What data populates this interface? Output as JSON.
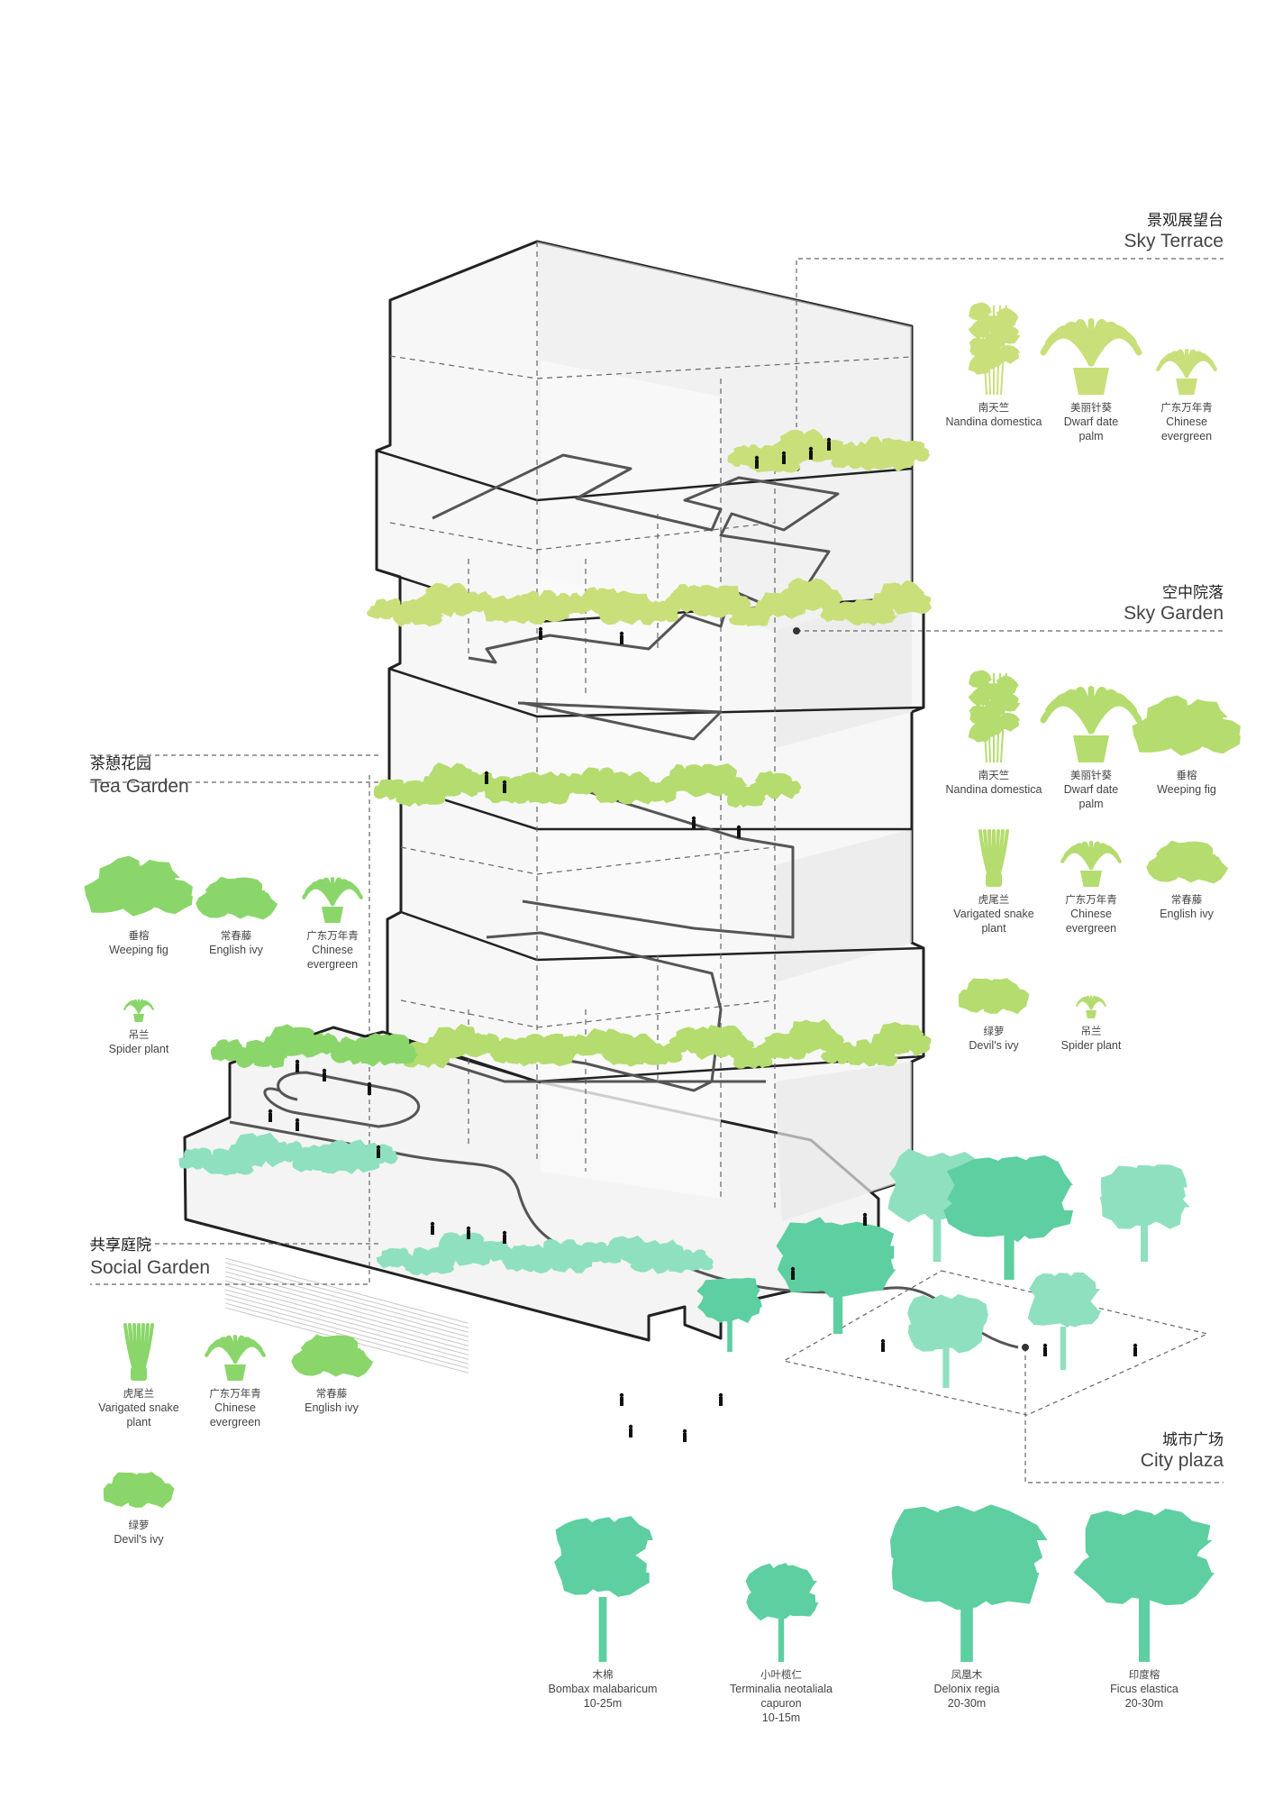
{
  "zones": {
    "sky_terrace": {
      "cn": "景观展望台",
      "en": "Sky Terrace"
    },
    "sky_garden": {
      "cn": "空中院落",
      "en": "Sky Garden"
    },
    "tea_garden": {
      "cn": "茶憩花园",
      "en": "Tea Garden"
    },
    "social_garden": {
      "cn": "共享庭院",
      "en": "Social Garden"
    },
    "city_plaza": {
      "cn": "城市广场",
      "en": "City plaza"
    }
  },
  "plants": {
    "sky_terrace": [
      {
        "cn": "南天竺",
        "en": [
          "Nandina domestica"
        ],
        "icon": "bamboo-plant-icon"
      },
      {
        "cn": "美丽针葵",
        "en": [
          "Dwarf date",
          "palm"
        ],
        "icon": "potted-palm-icon"
      },
      {
        "cn": "广东万年青",
        "en": [
          "Chinese",
          "evergreen"
        ],
        "icon": "small-palm-icon"
      }
    ],
    "sky_garden": [
      {
        "cn": "南天竺",
        "en": [
          "Nandina domestica"
        ],
        "icon": "bamboo-plant-icon"
      },
      {
        "cn": "美丽针葵",
        "en": [
          "Dwarf date",
          "palm"
        ],
        "icon": "potted-palm-icon"
      },
      {
        "cn": "垂榕",
        "en": [
          "Weeping fig"
        ],
        "icon": "fig-icon"
      },
      {
        "cn": "虎尾兰",
        "en": [
          "Varigated snake",
          "plant"
        ],
        "icon": "snake-plant-icon"
      },
      {
        "cn": "广东万年青",
        "en": [
          "Chinese",
          "evergreen"
        ],
        "icon": "small-palm-icon"
      },
      {
        "cn": "常春藤",
        "en": [
          "English ivy"
        ],
        "icon": "ivy-icon"
      },
      {
        "cn": "绿萝",
        "en": [
          "Devil's ivy"
        ],
        "icon": "pothos-icon"
      },
      {
        "cn": "吊兰",
        "en": [
          "Spider plant"
        ],
        "icon": "spider-plant-icon"
      }
    ],
    "tea_garden": [
      {
        "cn": "垂榕",
        "en": [
          "Weeping fig"
        ],
        "icon": "fig-icon"
      },
      {
        "cn": "常春藤",
        "en": [
          "English ivy"
        ],
        "icon": "ivy-icon"
      },
      {
        "cn": "广东万年青",
        "en": [
          "Chinese",
          "evergreen"
        ],
        "icon": "small-palm-icon"
      },
      {
        "cn": "吊兰",
        "en": [
          "Spider plant"
        ],
        "icon": "spider-plant-icon"
      }
    ],
    "social_garden": [
      {
        "cn": "虎尾兰",
        "en": [
          "Varigated snake",
          "plant"
        ],
        "icon": "snake-plant-icon"
      },
      {
        "cn": "广东万年青",
        "en": [
          "Chinese",
          "evergreen"
        ],
        "icon": "small-palm-icon"
      },
      {
        "cn": "常春藤",
        "en": [
          "English ivy"
        ],
        "icon": "ivy-icon"
      },
      {
        "cn": "绿萝",
        "en": [
          "Devil's ivy"
        ],
        "icon": "pothos-icon"
      }
    ],
    "city_plaza": [
      {
        "cn": "木棉",
        "en": [
          "Bombax malabaricum",
          "10-25m"
        ],
        "icon": "bombax-tree-icon"
      },
      {
        "cn": "小叶榄仁",
        "en": [
          "Terminalia neotaliala",
          "capuron",
          "10-15m"
        ],
        "icon": "terminalia-tree-icon"
      },
      {
        "cn": "凤凰木",
        "en": [
          "Delonix regia",
          "20-30m"
        ],
        "icon": "delonix-tree-icon"
      },
      {
        "cn": "印度榕",
        "en": [
          "Ficus elastica",
          "20-30m"
        ],
        "icon": "ficus-tree-icon"
      }
    ]
  },
  "colors": {
    "outline": "#222222",
    "terrace_green": "#c9df7a",
    "garden_green": "#b4dc6e",
    "fig_green": "#8ad66a",
    "plaza_teal": "#5dcfa0",
    "plaza_teal_light": "#8fe0be",
    "block_fill": "#f2f2f2",
    "dashed": "#666666"
  }
}
